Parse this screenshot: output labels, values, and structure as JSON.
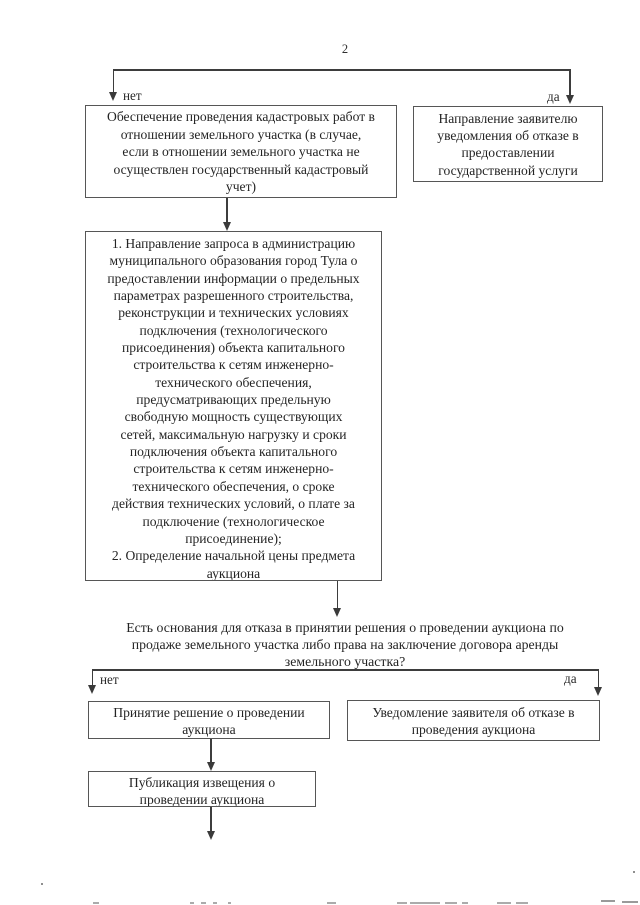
{
  "page": {
    "number": "2"
  },
  "colors": {
    "line": "#3d3d3d",
    "box_border": "#565656",
    "text": "#242424"
  },
  "branch_top": {
    "no_label": "нет",
    "yes_label": "да"
  },
  "branch_bottom": {
    "no_label": "нет",
    "yes_label": "да"
  },
  "boxes": {
    "cadastral_works": "Обеспечение проведения кадастровых работ в\nотношении земельного участка (в случае,\nесли в отношении земельного участка не\nосуществлен государственный кадастровый\nучет)",
    "refusal_notice": "Направление заявителю\nуведомления об отказе в\nпредоставлении\nгосударственной услуги",
    "request_and_price": "1. Направление запроса в администрацию\nмуниципального образования город Тула о\nпредоставлении информации о предельных\nпараметрах разрешенного строительства,\nреконструкции и технических условиях\nподключения (технологического\nприсоединения) объекта капитального\nстроительства к сетям инженерно-\nтехнического обеспечения,\nпредусматривающих предельную\nсвободную мощность существующих\nсетей, максимальную нагрузку и сроки\nподключения объекта капитального\nстроительства к сетям инженерно-\nтехнического обеспечения, о сроке\nдействия технических условий, о плате за\nподключение (технологическое\nприсоединение);\n2. Определение начальной цены предмета\nаукциона",
    "auction_decision": "Принятие решение о проведении\nаукциона",
    "auction_refusal": "Уведомление заявителя об отказе в\nпроведения аукциона",
    "publication": "Публикация извещения о\nпроведении аукциона"
  },
  "question": "Есть основания для отказа в принятии решения о проведении аукциона по\nпродаже земельного участка либо права на заключение договора аренды\nземельного участка?"
}
